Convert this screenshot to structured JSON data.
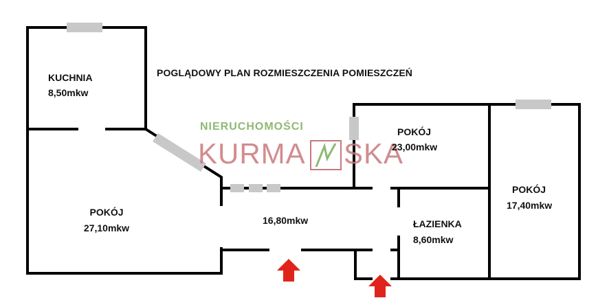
{
  "title": "POGLĄDOWY PLAN ROZMIESZCZENIA POMIESZCZEŃ",
  "rooms": {
    "kitchen": {
      "name": "KUCHNIA",
      "area": "8,50mkw"
    },
    "room_left": {
      "name": "POKÓJ",
      "area": "27,10mkw"
    },
    "hall": {
      "area": "16,80mkw"
    },
    "room_center": {
      "name": "POKÓJ",
      "area": "23,00mkw"
    },
    "bathroom": {
      "name": "ŁAZIENKA",
      "area": "8,60mkw"
    },
    "room_right": {
      "name": "POKÓJ",
      "area": "17,40mkw"
    }
  },
  "watermark": {
    "top": "NIERUCHOMOŚCI",
    "main_left": "KURMA",
    "main_right": "SKA"
  },
  "colors": {
    "wall": "#000000",
    "window": "#c8c8c8",
    "entrance_arrow": "#e0241b",
    "watermark_green": "#8fb874",
    "watermark_red": "#c9787c"
  }
}
